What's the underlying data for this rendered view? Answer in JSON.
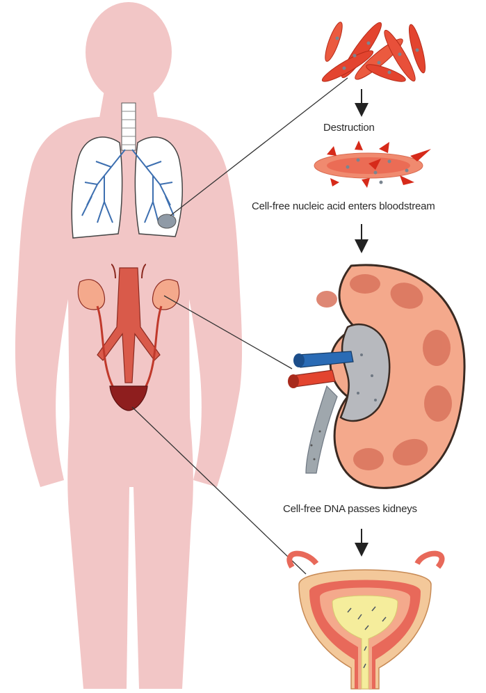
{
  "labels": {
    "destruction": "Destruction",
    "nucleic_acid": "Cell-free nucleic acid enters bloodstream",
    "kidneys": "Cell-free DNA passes kidneys"
  },
  "colors": {
    "body": "#f2c6c6",
    "tissue_red": "#e3442f",
    "kidney_cortex": "#f4a98c",
    "kidney_medulla": "#d9735c",
    "vessel_blue": "#2a6bb5",
    "lung_blue": "#3d6fb0",
    "bladder_wall": "#e8695a",
    "urine": "#f5ed9c",
    "tumor_grey": "#8f9aa6"
  }
}
